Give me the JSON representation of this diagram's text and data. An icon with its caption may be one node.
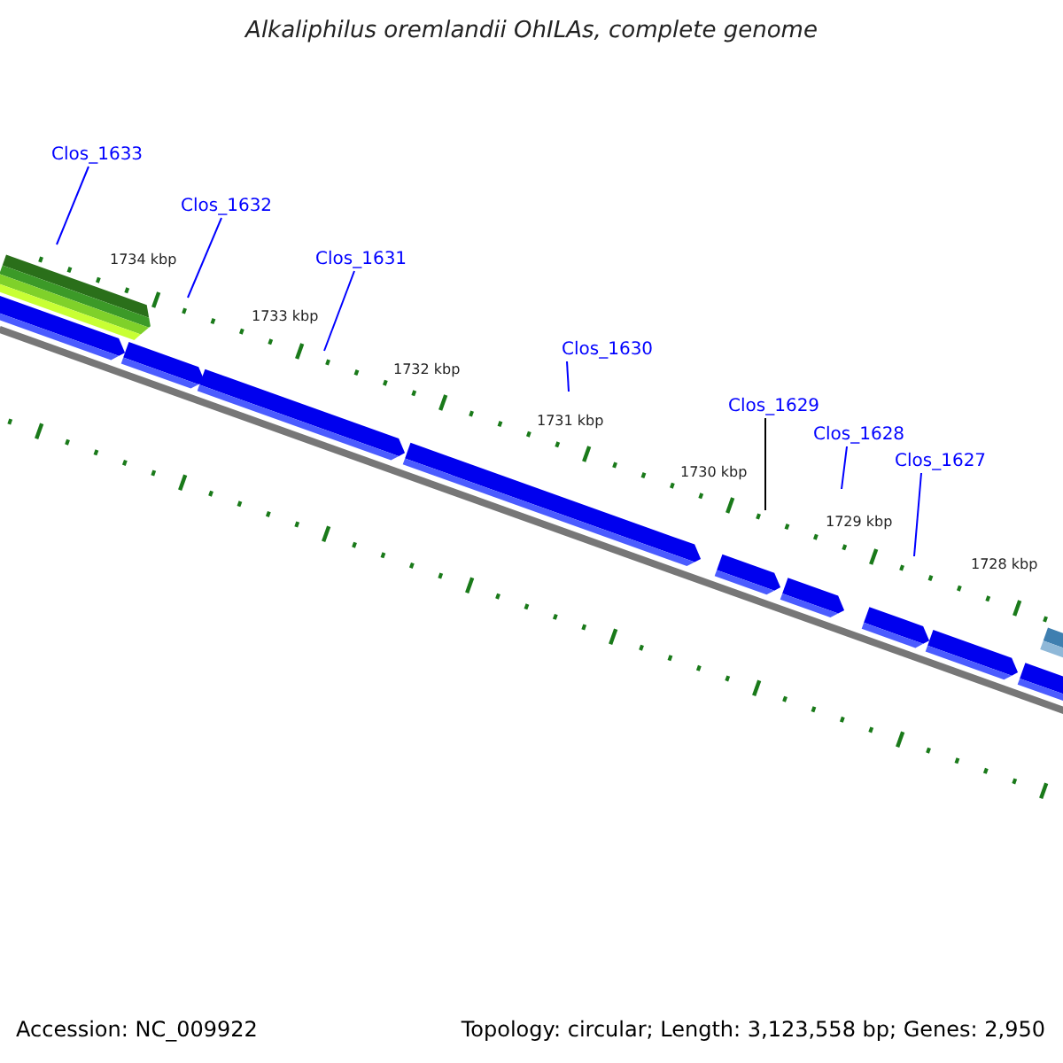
{
  "diagram": {
    "title": "Alkaliphilus oremlandii OhILAs, complete genome",
    "nodes": [
      {
        "text": [
          "Clos_1633"
        ]
      },
      {
        "text": [
          "Clos_1632"
        ]
      },
      {
        "text": [
          "Clos_1631"
        ]
      },
      {
        "text": [
          "Clos_1630"
        ]
      },
      {
        "text": [
          "Clos_1629"
        ]
      },
      {
        "text": [
          "Clos_1628"
        ]
      },
      {
        "text": [
          "Clos_1627"
        ]
      }
    ],
    "edges": [
      {
        "from": 0,
        "to": null,
        "arrow": "none"
      },
      {
        "from": 1,
        "to": null,
        "arrow": "none"
      },
      {
        "from": 2,
        "to": null,
        "arrow": "none"
      },
      {
        "from": 3,
        "to": null,
        "arrow": "none"
      },
      {
        "from": 4,
        "to": null,
        "arrow": "none",
        "color": "#000000"
      },
      {
        "from": 5,
        "to": null,
        "arrow": "none"
      },
      {
        "from": 6,
        "to": null,
        "arrow": "none"
      }
    ],
    "labels": [
      "1734 kbp",
      "1733 kbp",
      "1732 kbp",
      "1731 kbp",
      "1730 kbp",
      "1729 kbp",
      "1728 kbp",
      "Accession: NC_009922",
      "Topology: circular; Length: 3,123,558 bp; Genes: 2,950"
    ]
  }
}
